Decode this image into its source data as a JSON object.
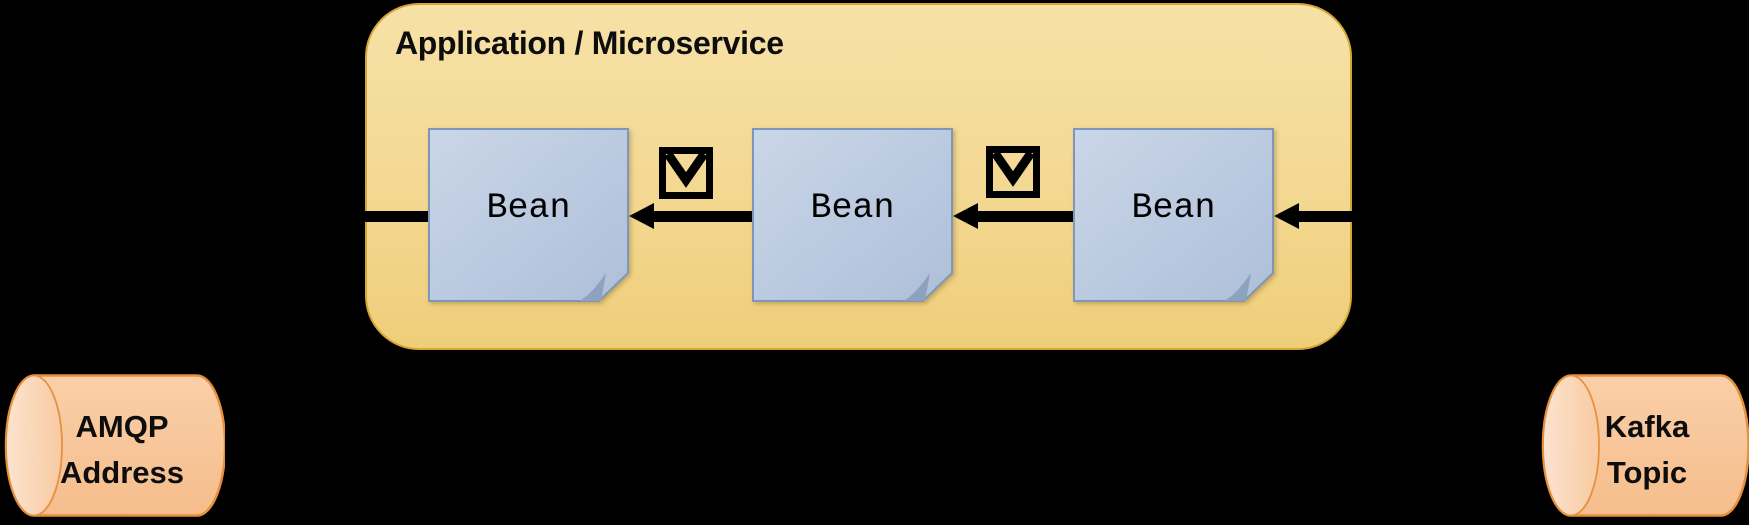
{
  "diagram": {
    "application_box": {
      "title": "Application / Microservice"
    },
    "beans": [
      {
        "label": "Bean"
      },
      {
        "label": "Bean"
      },
      {
        "label": "Bean"
      }
    ],
    "message_icons": [
      {
        "name": "envelope-icon"
      },
      {
        "name": "envelope-icon"
      }
    ],
    "flow": "Kafka Topic -> Bean -> Bean -> Bean -> AMQP Address (right to left arrows)",
    "cylinders": {
      "left": {
        "line1": "AMQP",
        "line2": "Address"
      },
      "right": {
        "line1": "Kafka",
        "line2": "Topic"
      }
    },
    "colors": {
      "background": "#000000",
      "box_fill_top": "#F6E1A6",
      "box_fill_bottom": "#EFCE79",
      "box_border": "#D5A636",
      "bean_fill_top": "#CAD6E8",
      "bean_fill_bottom": "#AEBFD9",
      "bean_border": "#7E96B7",
      "bean_fold": "#8CA2BF",
      "cylinder_fill_top": "#FACFA9",
      "cylinder_fill_bottom": "#F5BD8B",
      "cylinder_cap": "#FBDCC2",
      "cylinder_border": "#E68F3C",
      "arrow": "#000000",
      "text": "#0d0d0d"
    }
  }
}
